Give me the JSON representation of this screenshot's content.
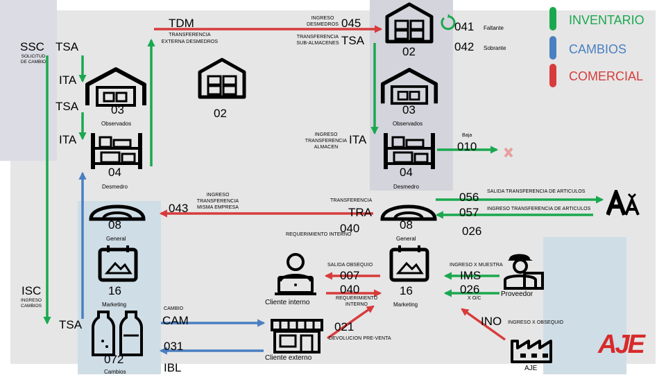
{
  "legend": {
    "inventario": {
      "label": "INVENTARIO",
      "color": "#1aa84f"
    },
    "cambios": {
      "label": "CAMBIOS",
      "color": "#4a7fc1"
    },
    "comercial": {
      "label": "COMERCIAL",
      "color": "#d83b3b"
    }
  },
  "left_column": {
    "ssc": "SSC",
    "ssc_note": "SOLICITUD DE CAMBIO",
    "tsa1": "TSA",
    "ita1": "ITA",
    "tsa2": "TSA",
    "ita2": "ITA",
    "isc": "ISC",
    "isc_note": "INGRESO CAMBIOS",
    "tsa3": "TSA"
  },
  "warehouses": {
    "left_observados": {
      "code": "03",
      "name": "Observados"
    },
    "left_desmedro": {
      "code": "04",
      "name": "Desmedro"
    },
    "left_general": {
      "code": "08",
      "name": "General"
    },
    "left_marketing": {
      "code": "16",
      "name": "Marketing"
    },
    "left_cambios": {
      "code": "072",
      "name": "Cambios"
    },
    "middle_02": {
      "code": "02"
    },
    "right_02": {
      "code": "02"
    },
    "right_observados": {
      "code": "03",
      "name": "Observados"
    },
    "right_desmedro": {
      "code": "04",
      "name": "Desmedro"
    },
    "right_general": {
      "code": "08",
      "name": "General"
    },
    "right_marketing": {
      "code": "16",
      "name": "Marketing"
    }
  },
  "transactions": {
    "tdm": "TDM",
    "tdm_note": "TRANSFERENCIA EXTERNA DESMEDROS",
    "c045": "045",
    "c045_note": "INGRESO DESMEDROS",
    "tsa_right": "TSA",
    "tsa_right_note": "TRANSFERENCIA SUB-ALMACENES",
    "c041": "041",
    "c041_note": "Faltante",
    "c042": "042",
    "c042_note": "Sobrante",
    "ita_right": "ITA",
    "ita_right_note": "INGRESO TRANSFERENCIA ALMACEN",
    "c010": "010",
    "c010_note": "Baja",
    "c043": "043",
    "c043_note": "INGRESO TRANSFERENCIA MISMA EMPRESA",
    "tra": "TRA",
    "tra_note": "TRANSFERENCIA",
    "c040a": "040",
    "c040a_note": "REQUERIMIENTO INTERNO",
    "c056": "056",
    "c056_note": "SALIDA TRANSFERENCIA DE ARTICULOS",
    "c057": "057",
    "c057_note": "INGRESO TRANSFERENCIA DE ARTICULOS",
    "c026a": "026",
    "c007": "007",
    "c007_note": "SALIDA OBSEQUIO",
    "c040b": "040",
    "c040b_note": "REQUERIMIENTO INTERNO",
    "ims": "IMS",
    "ims_note": "INGRESO X MUESTRA",
    "c026b": "026",
    "c026b_note": "X O/C",
    "cam": "CAM",
    "cam_note": "CAMBIO",
    "c031": "031",
    "ibl": "IBL",
    "c021": "021",
    "c021_note": "DEVOLUCION PRE-VENTA",
    "ino": "INO",
    "ino_note": "INGRESO X OBSEQUIO"
  },
  "actors": {
    "cliente_interno": "Cliente interno",
    "cliente_externo": "Cliente externo",
    "proveedor": "Proveedor",
    "aje_label": "AJE",
    "logo": "AJE"
  }
}
